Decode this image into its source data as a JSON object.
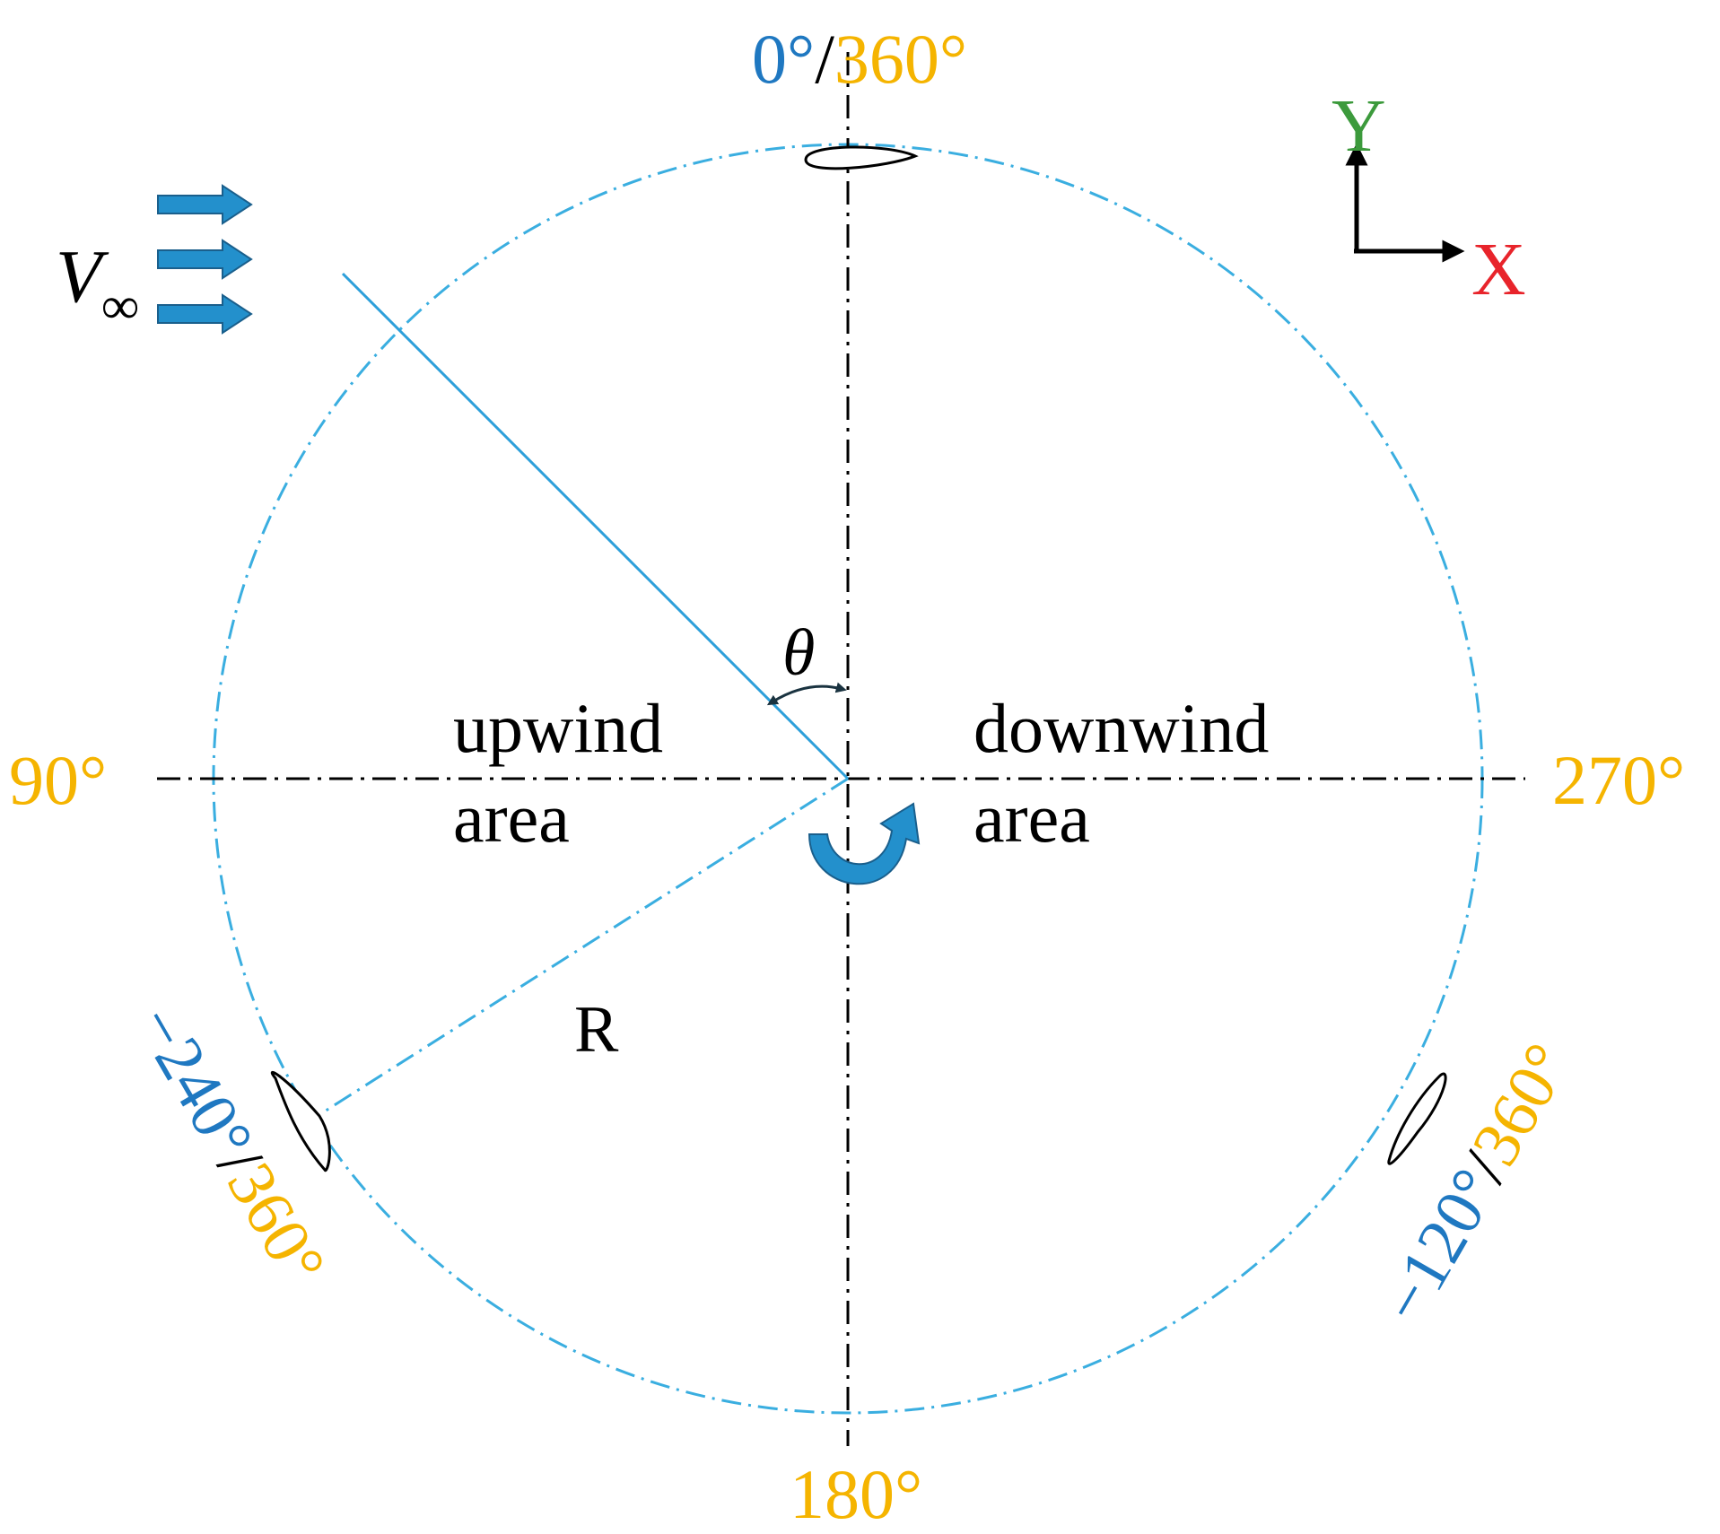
{
  "colors": {
    "blue_label": "#1f78c1",
    "orange_label": "#f5b400",
    "circle": "#3aaee0",
    "arrow_fill": "#2390cc",
    "arrow_stroke": "#1a5f8c",
    "axis_y": "#3c9a3c",
    "axis_x": "#e8242b",
    "black": "#000000"
  },
  "labels": {
    "top_blue": "0°",
    "top_slash": "/",
    "top_orange": "360°",
    "left": "90°",
    "right": "270°",
    "bottom": "180°",
    "bl_blue": "−240°",
    "bl_slash": "/",
    "bl_orange": "360°",
    "br_blue": "−120°",
    "br_slash": "/",
    "br_orange": "360°",
    "upwind_1": "upwind",
    "upwind_2": "area",
    "downwind_1": "downwind",
    "downwind_2": "area",
    "theta": "θ",
    "radius": "R",
    "v_inf_main": "V",
    "v_inf_sub": "∞",
    "axis_y": "Y",
    "axis_x": "X"
  },
  "icons": {
    "wind_arrows": "right-arrow-icon",
    "rotation": "rotation-arrow-icon",
    "axes": "coordinate-axes-icon",
    "blade": "airfoil-blade-icon"
  }
}
